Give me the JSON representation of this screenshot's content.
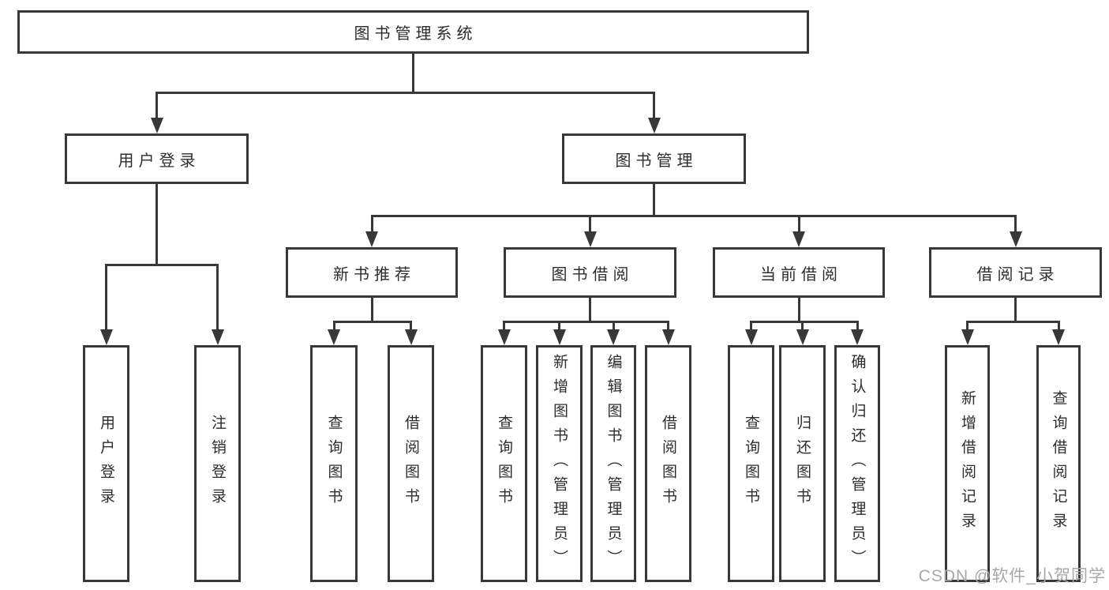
{
  "root": {
    "label": "图书管理系统"
  },
  "level2": {
    "user_login": {
      "label": "用户登录"
    },
    "book_management": {
      "label": "图书管理"
    }
  },
  "level3": {
    "new_book_recommend": {
      "label": "新书推荐"
    },
    "book_borrowing": {
      "label": "图书借阅"
    },
    "current_borrowing": {
      "label": "当前借阅"
    },
    "borrowing_records": {
      "label": "借阅记录"
    }
  },
  "leaves": {
    "user_login": {
      "label": "用户登录"
    },
    "logout": {
      "label": "注销登录"
    },
    "query_books_recommend": {
      "label": "查询图书"
    },
    "borrow_books_recommend": {
      "label": "借阅图书"
    },
    "query_books_borrowing": {
      "label": "查询图书"
    },
    "add_books_admin": {
      "label": "新增图书（管理员）"
    },
    "edit_books_admin": {
      "label": "编辑图书（管理员）"
    },
    "borrow_books_borrowing": {
      "label": "借阅图书"
    },
    "query_books_current": {
      "label": "查询图书"
    },
    "return_books": {
      "label": "归还图书"
    },
    "confirm_return_admin": {
      "label": "确认归还（管理员）"
    },
    "add_borrow_record": {
      "label": "新增借阅记录"
    },
    "query_borrow_record": {
      "label": "查询借阅记录"
    }
  },
  "watermark": {
    "text": "CSDN @软件_小贺同学"
  },
  "colors": {
    "line": "#383838",
    "border": "#383838",
    "text": "#2d2d2d",
    "bg": "#ffffff",
    "watermark": "#a8a8a8"
  }
}
